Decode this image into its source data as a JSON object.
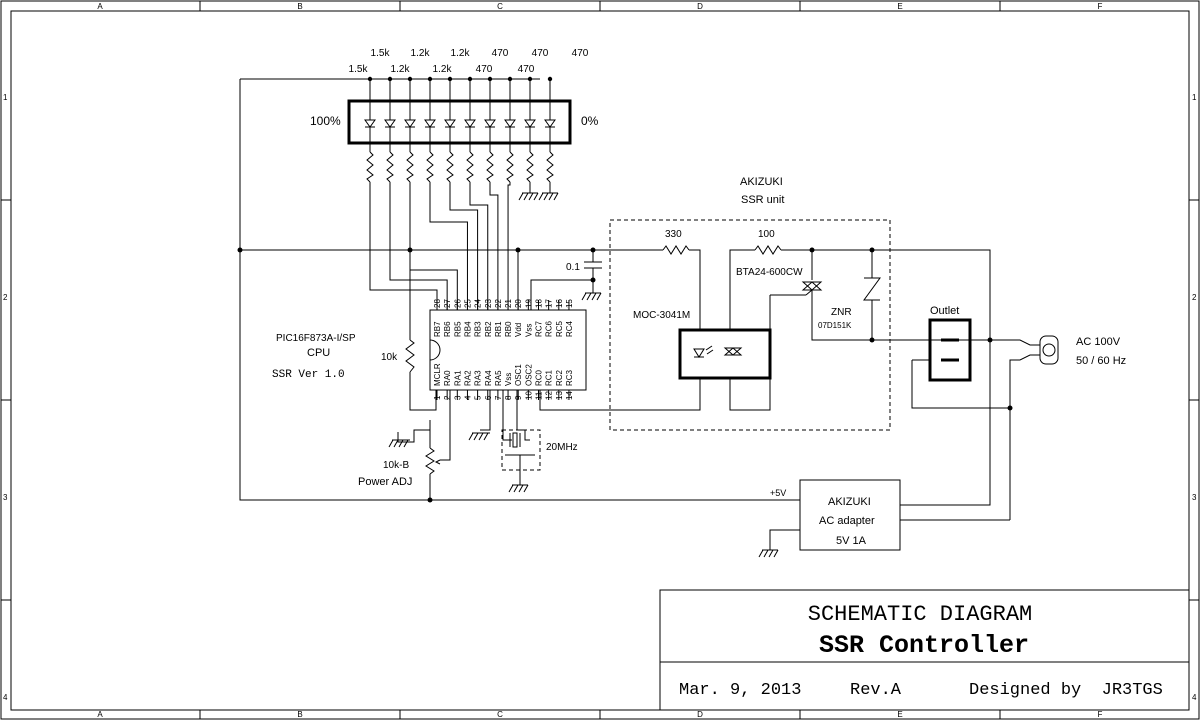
{
  "border": {
    "columns": [
      "A",
      "B",
      "C",
      "D",
      "E",
      "F"
    ],
    "rows": [
      "1",
      "2",
      "3",
      "4"
    ]
  },
  "led_bar": {
    "left_label": "100%",
    "right_label": "0%",
    "resistors_top": [
      "1.5k",
      "1.2k",
      "1.2k",
      "470",
      "470",
      "470"
    ],
    "resistors_bottom": [
      "1.5k",
      "1.2k",
      "1.2k",
      "470",
      "470"
    ]
  },
  "mcu": {
    "part": "PIC16F873A-I/SP",
    "role": "CPU",
    "firmware": "SSR Ver 1.0",
    "top_pins": [
      "RB7",
      "RB6",
      "RB5",
      "RB4",
      "RB3",
      "RB2",
      "RB1",
      "RB0",
      "Vdd",
      "Vss",
      "RC7",
      "RC6",
      "RC5",
      "RC4"
    ],
    "top_nums": [
      "28",
      "27",
      "26",
      "25",
      "24",
      "23",
      "22",
      "21",
      "20",
      "19",
      "18",
      "17",
      "16",
      "15"
    ],
    "bottom_pins": [
      "MCLR",
      "RA0",
      "RA1",
      "RA2",
      "RA3",
      "RA4",
      "RA5",
      "Vss",
      "OSC1",
      "OSC2",
      "RC0",
      "RC1",
      "RC2",
      "RC3"
    ],
    "bottom_nums": [
      "1",
      "2",
      "3",
      "4",
      "5",
      "6",
      "7",
      "8",
      "9",
      "10",
      "11",
      "12",
      "13",
      "14"
    ],
    "pullup": "10k",
    "decoupling_cap": "0.1",
    "crystal": "20MHz"
  },
  "pot": {
    "value": "10k-B",
    "label": "Power ADJ"
  },
  "ssr_unit": {
    "maker": "AKIZUKI",
    "name": "SSR unit",
    "r1": "330",
    "r2": "100",
    "optocoupler": "MOC-3041M",
    "triac": "BTA24-600CW",
    "znr_label": "ZNR",
    "znr_part": "07D151K"
  },
  "outlet": {
    "label": "Outlet"
  },
  "mains": {
    "voltage": "AC 100V",
    "frequency": "50 / 60 Hz"
  },
  "adapter": {
    "maker": "AKIZUKI",
    "name": "AC adapter",
    "rating": "5V 1A",
    "rail": "+5V"
  },
  "title_block": {
    "title": "SCHEMATIC DIAGRAM",
    "subtitle": "SSR Controller",
    "date": "Mar. 9, 2013",
    "revision": "Rev.A",
    "designer": "Designed by  JR3TGS"
  }
}
